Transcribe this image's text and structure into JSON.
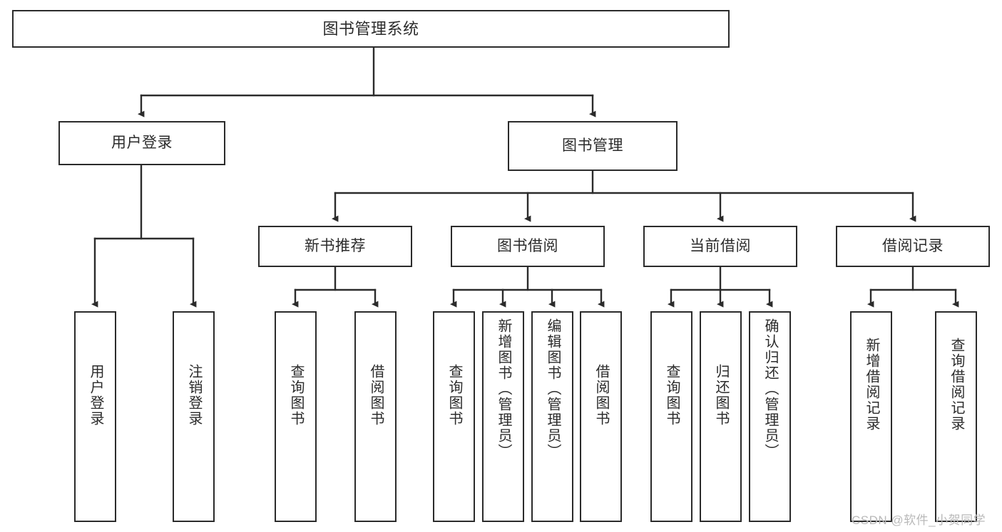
{
  "diagram": {
    "type": "tree-hierarchy",
    "title": "图书管理系统",
    "root": {
      "id": "root",
      "label": "图书管理系统"
    },
    "level1": [
      {
        "id": "user-login",
        "label": "用户登录"
      },
      {
        "id": "book-manage",
        "label": "图书管理"
      }
    ],
    "level2": [
      {
        "id": "new-book-rec",
        "label": "新书推荐",
        "parent": "book-manage"
      },
      {
        "id": "book-borrow",
        "label": "图书借阅",
        "parent": "book-manage"
      },
      {
        "id": "current-borrow",
        "label": "当前借阅",
        "parent": "book-manage"
      },
      {
        "id": "borrow-record",
        "label": "借阅记录",
        "parent": "book-manage"
      }
    ],
    "leaves": [
      {
        "id": "leaf-user-login",
        "label": "用户登录",
        "parent": "user-login"
      },
      {
        "id": "leaf-logout",
        "label": "注销登录",
        "parent": "user-login"
      },
      {
        "id": "leaf-query-book-1",
        "label": "查询图书",
        "parent": "new-book-rec"
      },
      {
        "id": "leaf-borrow-book-1",
        "label": "借阅图书",
        "parent": "new-book-rec"
      },
      {
        "id": "leaf-query-book-2",
        "label": "查询图书",
        "parent": "book-borrow"
      },
      {
        "id": "leaf-add-book",
        "label": "新增图书（管理员）",
        "parent": "book-borrow"
      },
      {
        "id": "leaf-edit-book",
        "label": "编辑图书（管理员）",
        "parent": "book-borrow"
      },
      {
        "id": "leaf-borrow-book-2",
        "label": "借阅图书",
        "parent": "book-borrow"
      },
      {
        "id": "leaf-query-book-3",
        "label": "查询图书",
        "parent": "current-borrow"
      },
      {
        "id": "leaf-return-book",
        "label": "归还图书",
        "parent": "current-borrow"
      },
      {
        "id": "leaf-confirm-return",
        "label": "确认归还（管理员）",
        "parent": "current-borrow"
      },
      {
        "id": "leaf-add-record",
        "label": "新增借阅记录",
        "parent": "borrow-record"
      },
      {
        "id": "leaf-query-record",
        "label": "查询借阅记录",
        "parent": "borrow-record"
      }
    ],
    "colors": {
      "stroke": "#2b2b2b",
      "fill": "#ffffff",
      "text": "#2b2b2b",
      "watermark": "#b9b9b9"
    }
  },
  "watermark": {
    "text": "CSDN @软件_小贺同学"
  }
}
